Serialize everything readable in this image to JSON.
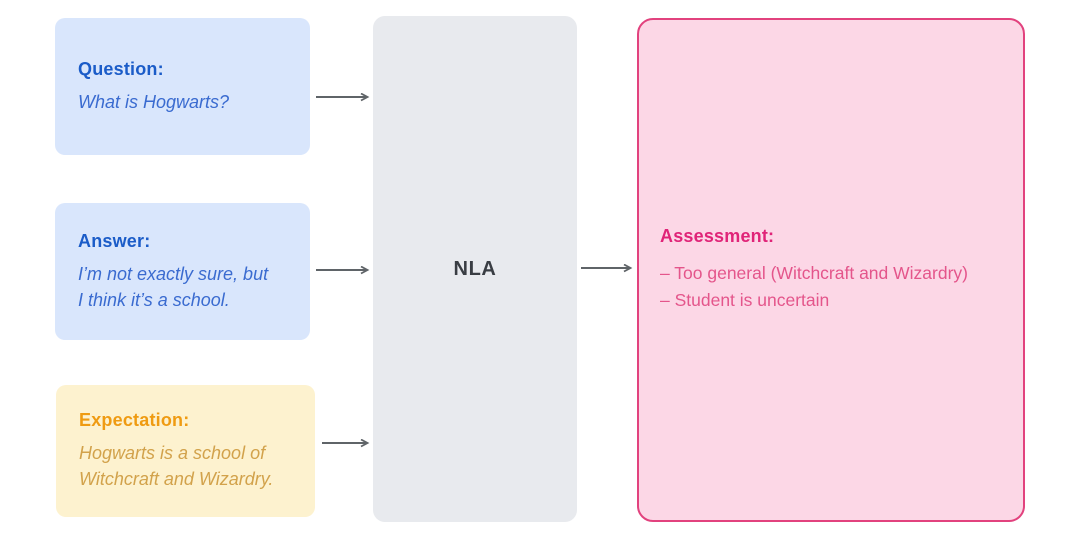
{
  "diagram": {
    "inputs": [
      {
        "id": "question",
        "label": "Question:",
        "lines": [
          "What is Hogwarts?"
        ],
        "bg_color": "#d9e6fc",
        "label_color": "#1b5cc8",
        "text_color": "#3a6bd0"
      },
      {
        "id": "answer",
        "label": "Answer:",
        "lines": [
          "I’m not exactly sure, but",
          "I think it’s a school."
        ],
        "bg_color": "#d9e6fc",
        "label_color": "#1b5cc8",
        "text_color": "#3a6bd0"
      },
      {
        "id": "expectation",
        "label": "Expectation:",
        "lines": [
          "Hogwarts is a school of",
          "Witchcraft and Wizardry."
        ],
        "bg_color": "#fdf2cf",
        "label_color": "#ef9b12",
        "text_color": "#d2a24b"
      }
    ],
    "processor": {
      "label": "NLA",
      "bg_color": "#e8eaee",
      "text_color": "#393d43"
    },
    "output": {
      "label": "Assessment:",
      "items": [
        "– Too general (Witchcraft and Wizardry)",
        "– Student is uncertain"
      ],
      "bg_color": "#fcd7e6",
      "border_color": "#e2427e",
      "label_color": "#e02478",
      "text_color": "#e4558b"
    },
    "arrow_color": "#5f6468"
  }
}
